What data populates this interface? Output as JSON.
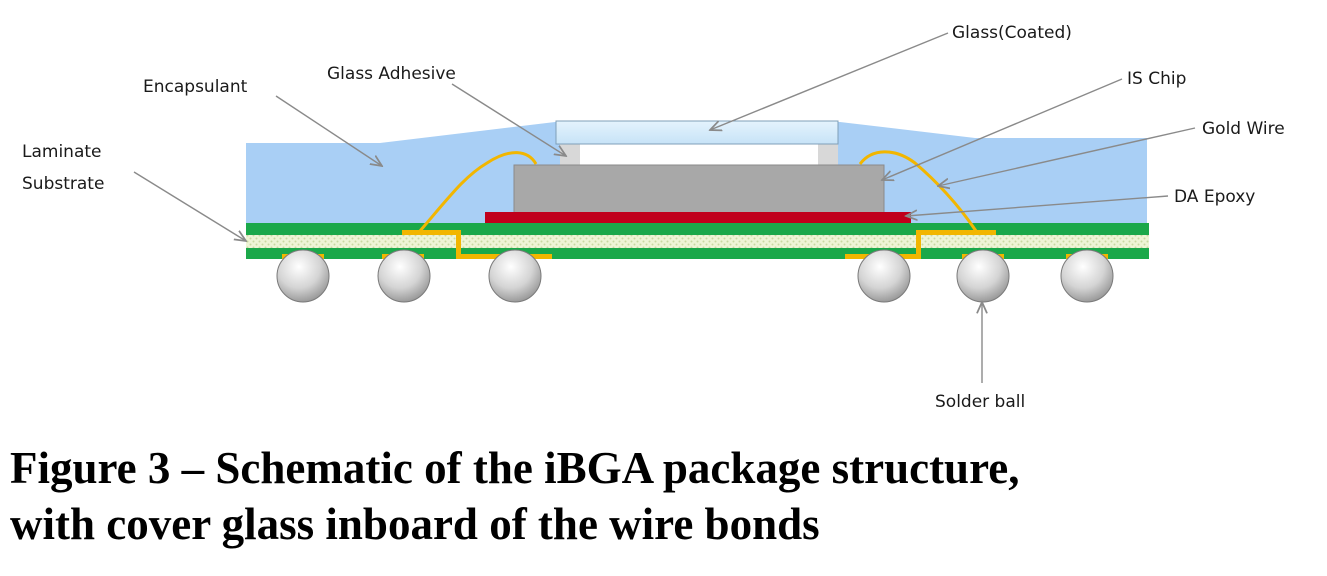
{
  "labels": {
    "glass_coated": "Glass(Coated)",
    "is_chip": "IS Chip",
    "encapsulant": "Encapsulant",
    "glass_adhesive": "Glass Adhesive",
    "gold_wire": "Gold Wire",
    "laminate_line1": "Laminate",
    "laminate_line2": "Substrate",
    "da_epoxy": "DA Epoxy",
    "solder_ball": "Solder ball"
  },
  "caption": {
    "line1": "Figure 3 – Schematic of the iBGA package structure,",
    "line2": "with cover glass inboard of the wire bonds"
  },
  "colors": {
    "encapsulant": "#a9cff5",
    "glass": "#d6ecfb",
    "chip": "#a8a8a8",
    "da_epoxy": "#c0001c",
    "substrate": "#1ba84a",
    "substrate_core": "#e6f0c6",
    "gold": "#f2b600",
    "solder_ball": "#c8c8c8"
  }
}
